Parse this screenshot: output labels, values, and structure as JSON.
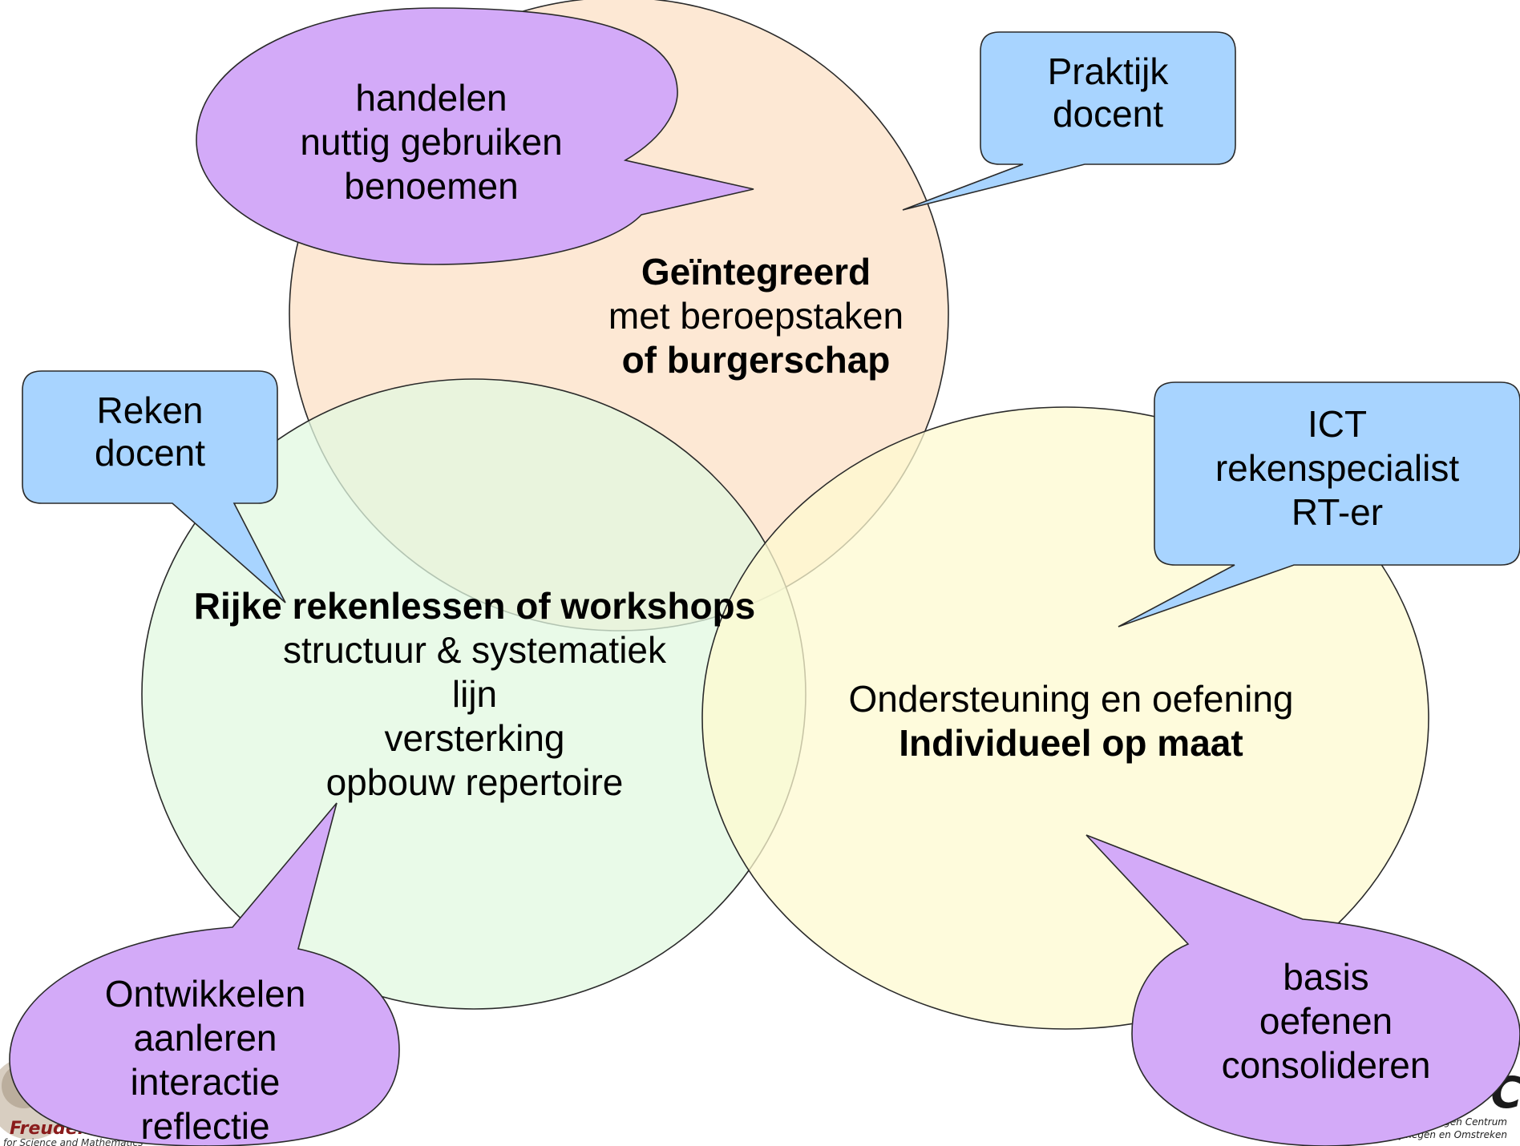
{
  "circles": {
    "top": {
      "color": "#fde4cc",
      "lines": [
        {
          "text": "Geïntegreerd",
          "bold": true,
          "color": "#000000"
        },
        {
          "text": "met beroepstaken",
          "bold": false,
          "color": "#000000"
        },
        {
          "text": "of burgerschap",
          "bold": true,
          "color": "#e8140c"
        }
      ]
    },
    "left": {
      "color": "#e2f8e0",
      "lines": [
        {
          "text": "Rijke rekenlessen of workshops",
          "bold": true,
          "color": "#000000"
        },
        {
          "text": "structuur & systematiek",
          "bold": false,
          "color": "#000000"
        },
        {
          "text": "lijn",
          "bold": false,
          "color": "#000000"
        },
        {
          "text": "versterking",
          "bold": false,
          "color": "#000000"
        },
        {
          "text": "opbouw repertoire",
          "bold": false,
          "color": "#000000"
        }
      ]
    },
    "right": {
      "color": "#fdfad0",
      "lines": [
        {
          "text": "Ondersteuning en oefening",
          "bold": false,
          "color": "#000000"
        },
        {
          "text": "Individueel op maat",
          "bold": true,
          "color": "#000000"
        }
      ]
    }
  },
  "callouts": {
    "praktijk": {
      "color": "#a8d4ff",
      "lines": [
        "Praktijk",
        "docent"
      ]
    },
    "reken": {
      "color": "#a8d4ff",
      "lines": [
        "Reken",
        "docent"
      ]
    },
    "ict": {
      "color": "#a8d4ff",
      "lines": [
        "ICT",
        "rekenspecialist",
        "RT-er"
      ]
    }
  },
  "ovals": {
    "handelen": {
      "color": "#d3aaf8",
      "lines": [
        {
          "text": "handelen",
          "color": "#000000"
        },
        {
          "text": "nuttig gebruiken",
          "color": "#000000"
        },
        {
          "text": "benoemen",
          "color": "#000000"
        }
      ]
    },
    "ontwikkelen": {
      "color": "#d3aaf8",
      "lines": [
        {
          "text": "Ontwikkelen",
          "color": "#000000"
        },
        {
          "text": "aanleren",
          "color": "#e8140c"
        },
        {
          "text": "interactie",
          "color": "#000000"
        },
        {
          "text": "reflectie",
          "color": "#000000"
        }
      ]
    },
    "basis": {
      "color": "#d3aaf8",
      "lines": [
        {
          "text": "basis",
          "color": "#000000"
        },
        {
          "text": "oefenen",
          "color": "#e8140c"
        },
        {
          "text": "consolideren",
          "color": "#000000"
        }
      ]
    }
  },
  "logos": {
    "freudenthal": {
      "name": "Freudenthal",
      "tagline": "for Science and Mathematics"
    },
    "roc": {
      "name": "ROC",
      "line1": "Regionaal Opleidingen Centrum",
      "line2": "Nijmegen en Omstreken"
    }
  }
}
